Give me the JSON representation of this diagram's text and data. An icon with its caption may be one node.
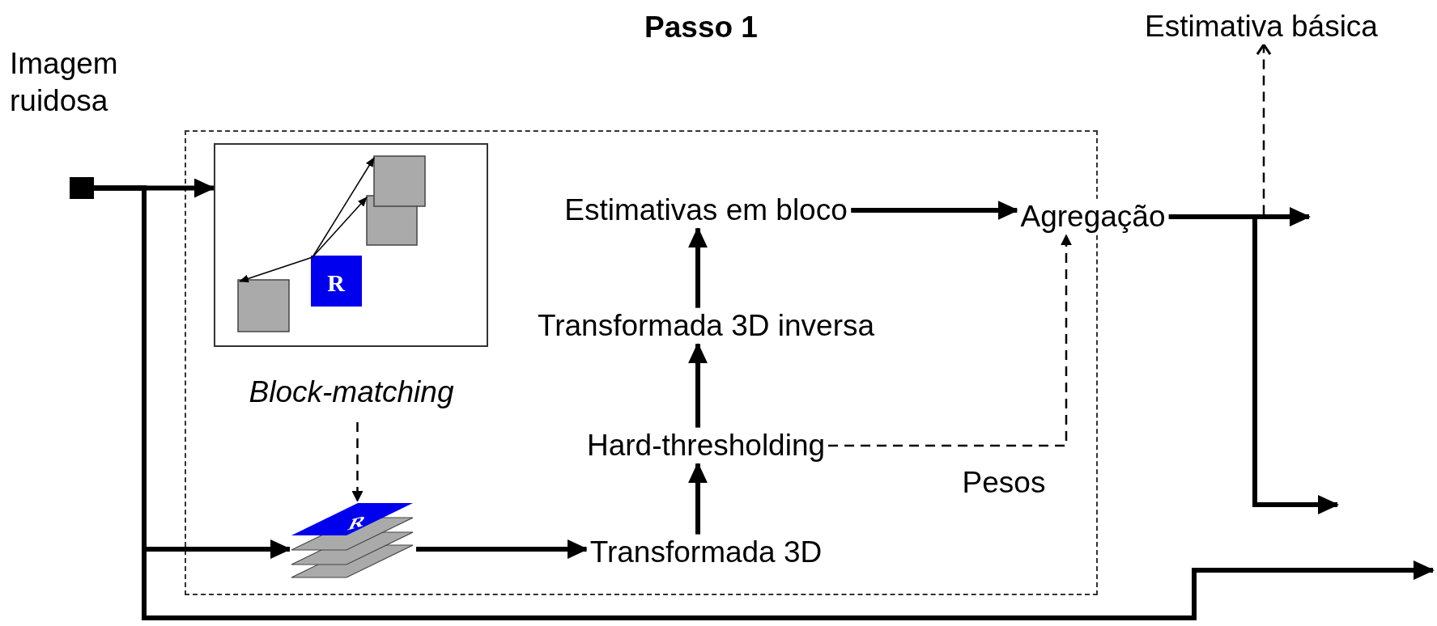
{
  "diagram": {
    "title": "Passo 1",
    "nodes": [
      {
        "text": [],
        "shape": "box",
        "beside": [
          "Imagem ruidosa"
        ]
      },
      {
        "text": [],
        "shape": "box"
      },
      {
        "text": [],
        "shape": "picture",
        "in": 1,
        "beside": [
          "Block-matching"
        ]
      },
      {
        "text": [],
        "shape": "picture",
        "in": 1
      },
      {
        "text": [
          "Transformada 3D"
        ],
        "in": 1
      },
      {
        "text": [
          "Hard-thresholding"
        ],
        "in": 1
      },
      {
        "text": [
          "Transformada 3D inversa"
        ],
        "in": 1
      },
      {
        "text": [
          "Estimativas em bloco"
        ],
        "in": 1
      },
      {
        "text": [
          "Agregação"
        ]
      },
      {
        "text": [
          "Estimativa básica"
        ]
      }
    ],
    "edges": [
      {
        "from": 0,
        "to": 2,
        "arrow": "to"
      },
      {
        "from": 0,
        "to": 3,
        "arrow": "to"
      },
      {
        "from": 0,
        "to": null,
        "arrow": "to"
      },
      {
        "from": 2,
        "to": 3,
        "arrow": "to",
        "style": "dashed"
      },
      {
        "from": 3,
        "to": 4,
        "arrow": "to"
      },
      {
        "from": 4,
        "to": 5,
        "arrow": "to"
      },
      {
        "from": 5,
        "to": 6,
        "arrow": "to"
      },
      {
        "from": 6,
        "to": 7,
        "arrow": "to"
      },
      {
        "from": 7,
        "to": 8,
        "arrow": "to"
      },
      {
        "from": 5,
        "to": 8,
        "arrow": "to",
        "style": "dashed",
        "label": "Pesos"
      },
      {
        "from": 8,
        "to": 9,
        "arrow": "to",
        "style": "dashed"
      },
      {
        "from": 8,
        "to": null,
        "arrow": "to"
      },
      {
        "from": 8,
        "to": null,
        "arrow": "to"
      }
    ],
    "labels": [
      "R",
      "R"
    ]
  }
}
